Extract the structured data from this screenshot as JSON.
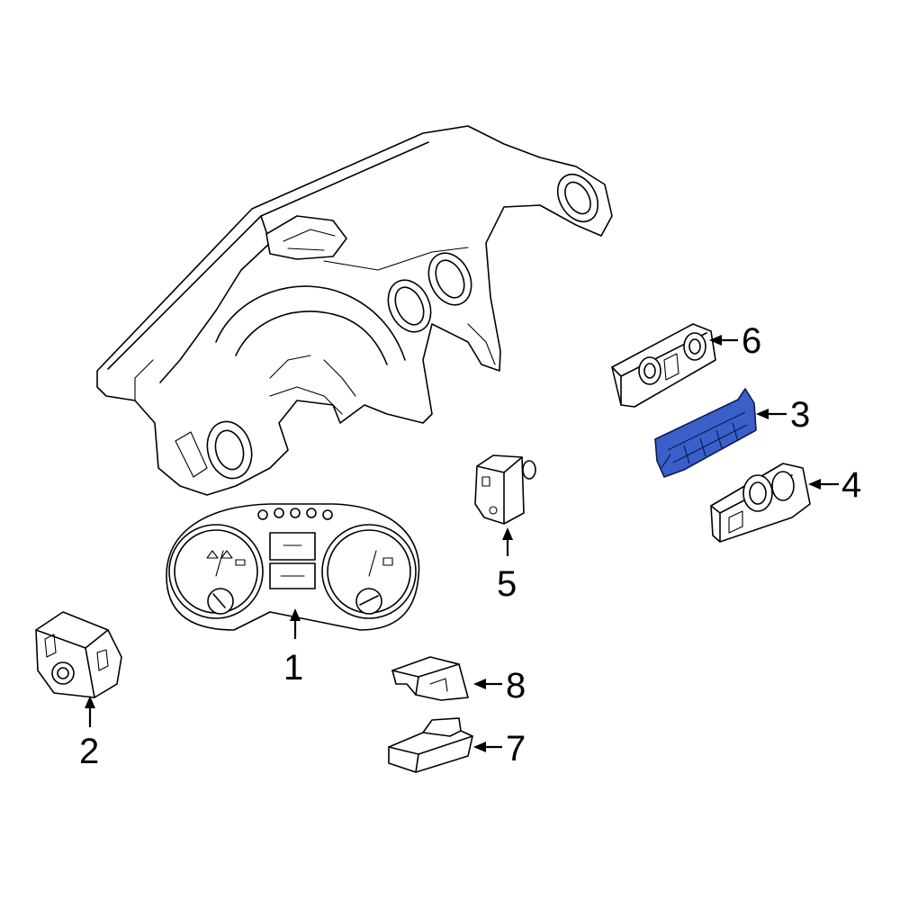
{
  "diagram": {
    "highlight_color": "#3a5fc8",
    "callouts": [
      {
        "id": "1",
        "label": "1"
      },
      {
        "id": "2",
        "label": "2"
      },
      {
        "id": "3",
        "label": "3"
      },
      {
        "id": "4",
        "label": "4"
      },
      {
        "id": "5",
        "label": "5"
      },
      {
        "id": "6",
        "label": "6"
      },
      {
        "id": "7",
        "label": "7"
      },
      {
        "id": "8",
        "label": "8"
      }
    ],
    "highlighted_part": "3"
  }
}
